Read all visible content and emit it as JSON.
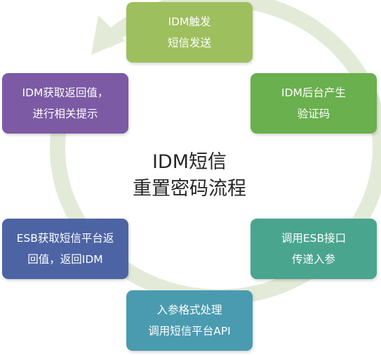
{
  "diagram": {
    "title_lines": [
      "IDM短信",
      "重置密码流程"
    ],
    "steps": [
      {
        "lines": [
          "IDM触发",
          "短信发送"
        ],
        "color": "#9ebf5e"
      },
      {
        "lines": [
          "IDM后台产生",
          "验证码"
        ],
        "color": "#6ab04e"
      },
      {
        "lines": [
          "调用ESB接口",
          "传递入参"
        ],
        "color": "#4aa58e"
      },
      {
        "lines": [
          "入参格式处理",
          "调用短信平台API"
        ],
        "color": "#4a9bb0"
      },
      {
        "lines": [
          "ESB获取短信平台返",
          "回值，返回IDM"
        ],
        "color": "#4d64a4"
      },
      {
        "lines": [
          "IDM获取返回值，",
          "进行相关提示"
        ],
        "color": "#7c5aa4"
      }
    ],
    "ring_color": "#e3ebd8"
  }
}
